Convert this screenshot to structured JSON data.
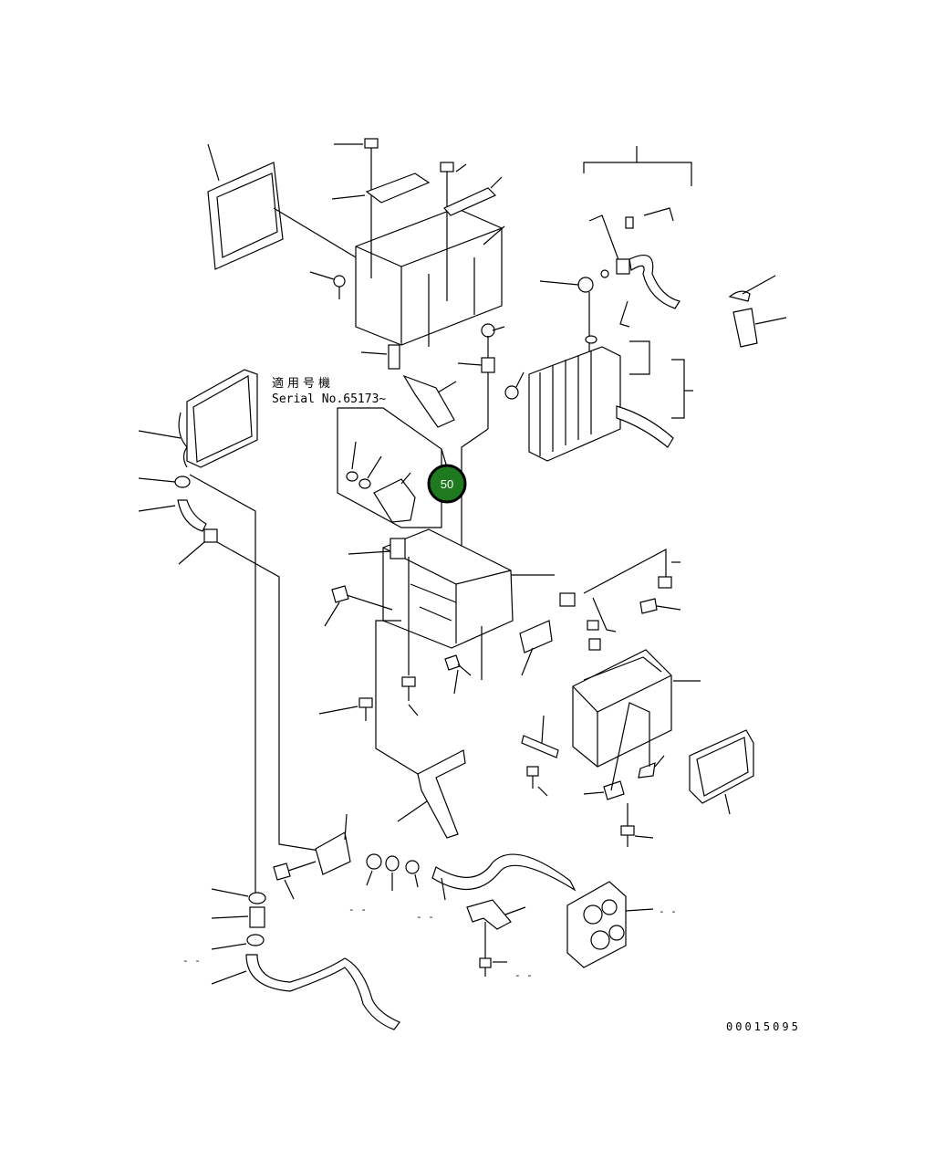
{
  "note": {
    "applicability_jp": "適用号機",
    "serial": "Serial No.65173~"
  },
  "callout": {
    "label": "50",
    "color": "#1f7a1f",
    "ring_color": "#000000"
  },
  "drawing_code": "00015095",
  "blank_marks": [
    "- -",
    "- -",
    "- -",
    "- -",
    "- -"
  ],
  "icons": [
    "part-outline",
    "leader-line",
    "callout-badge"
  ]
}
